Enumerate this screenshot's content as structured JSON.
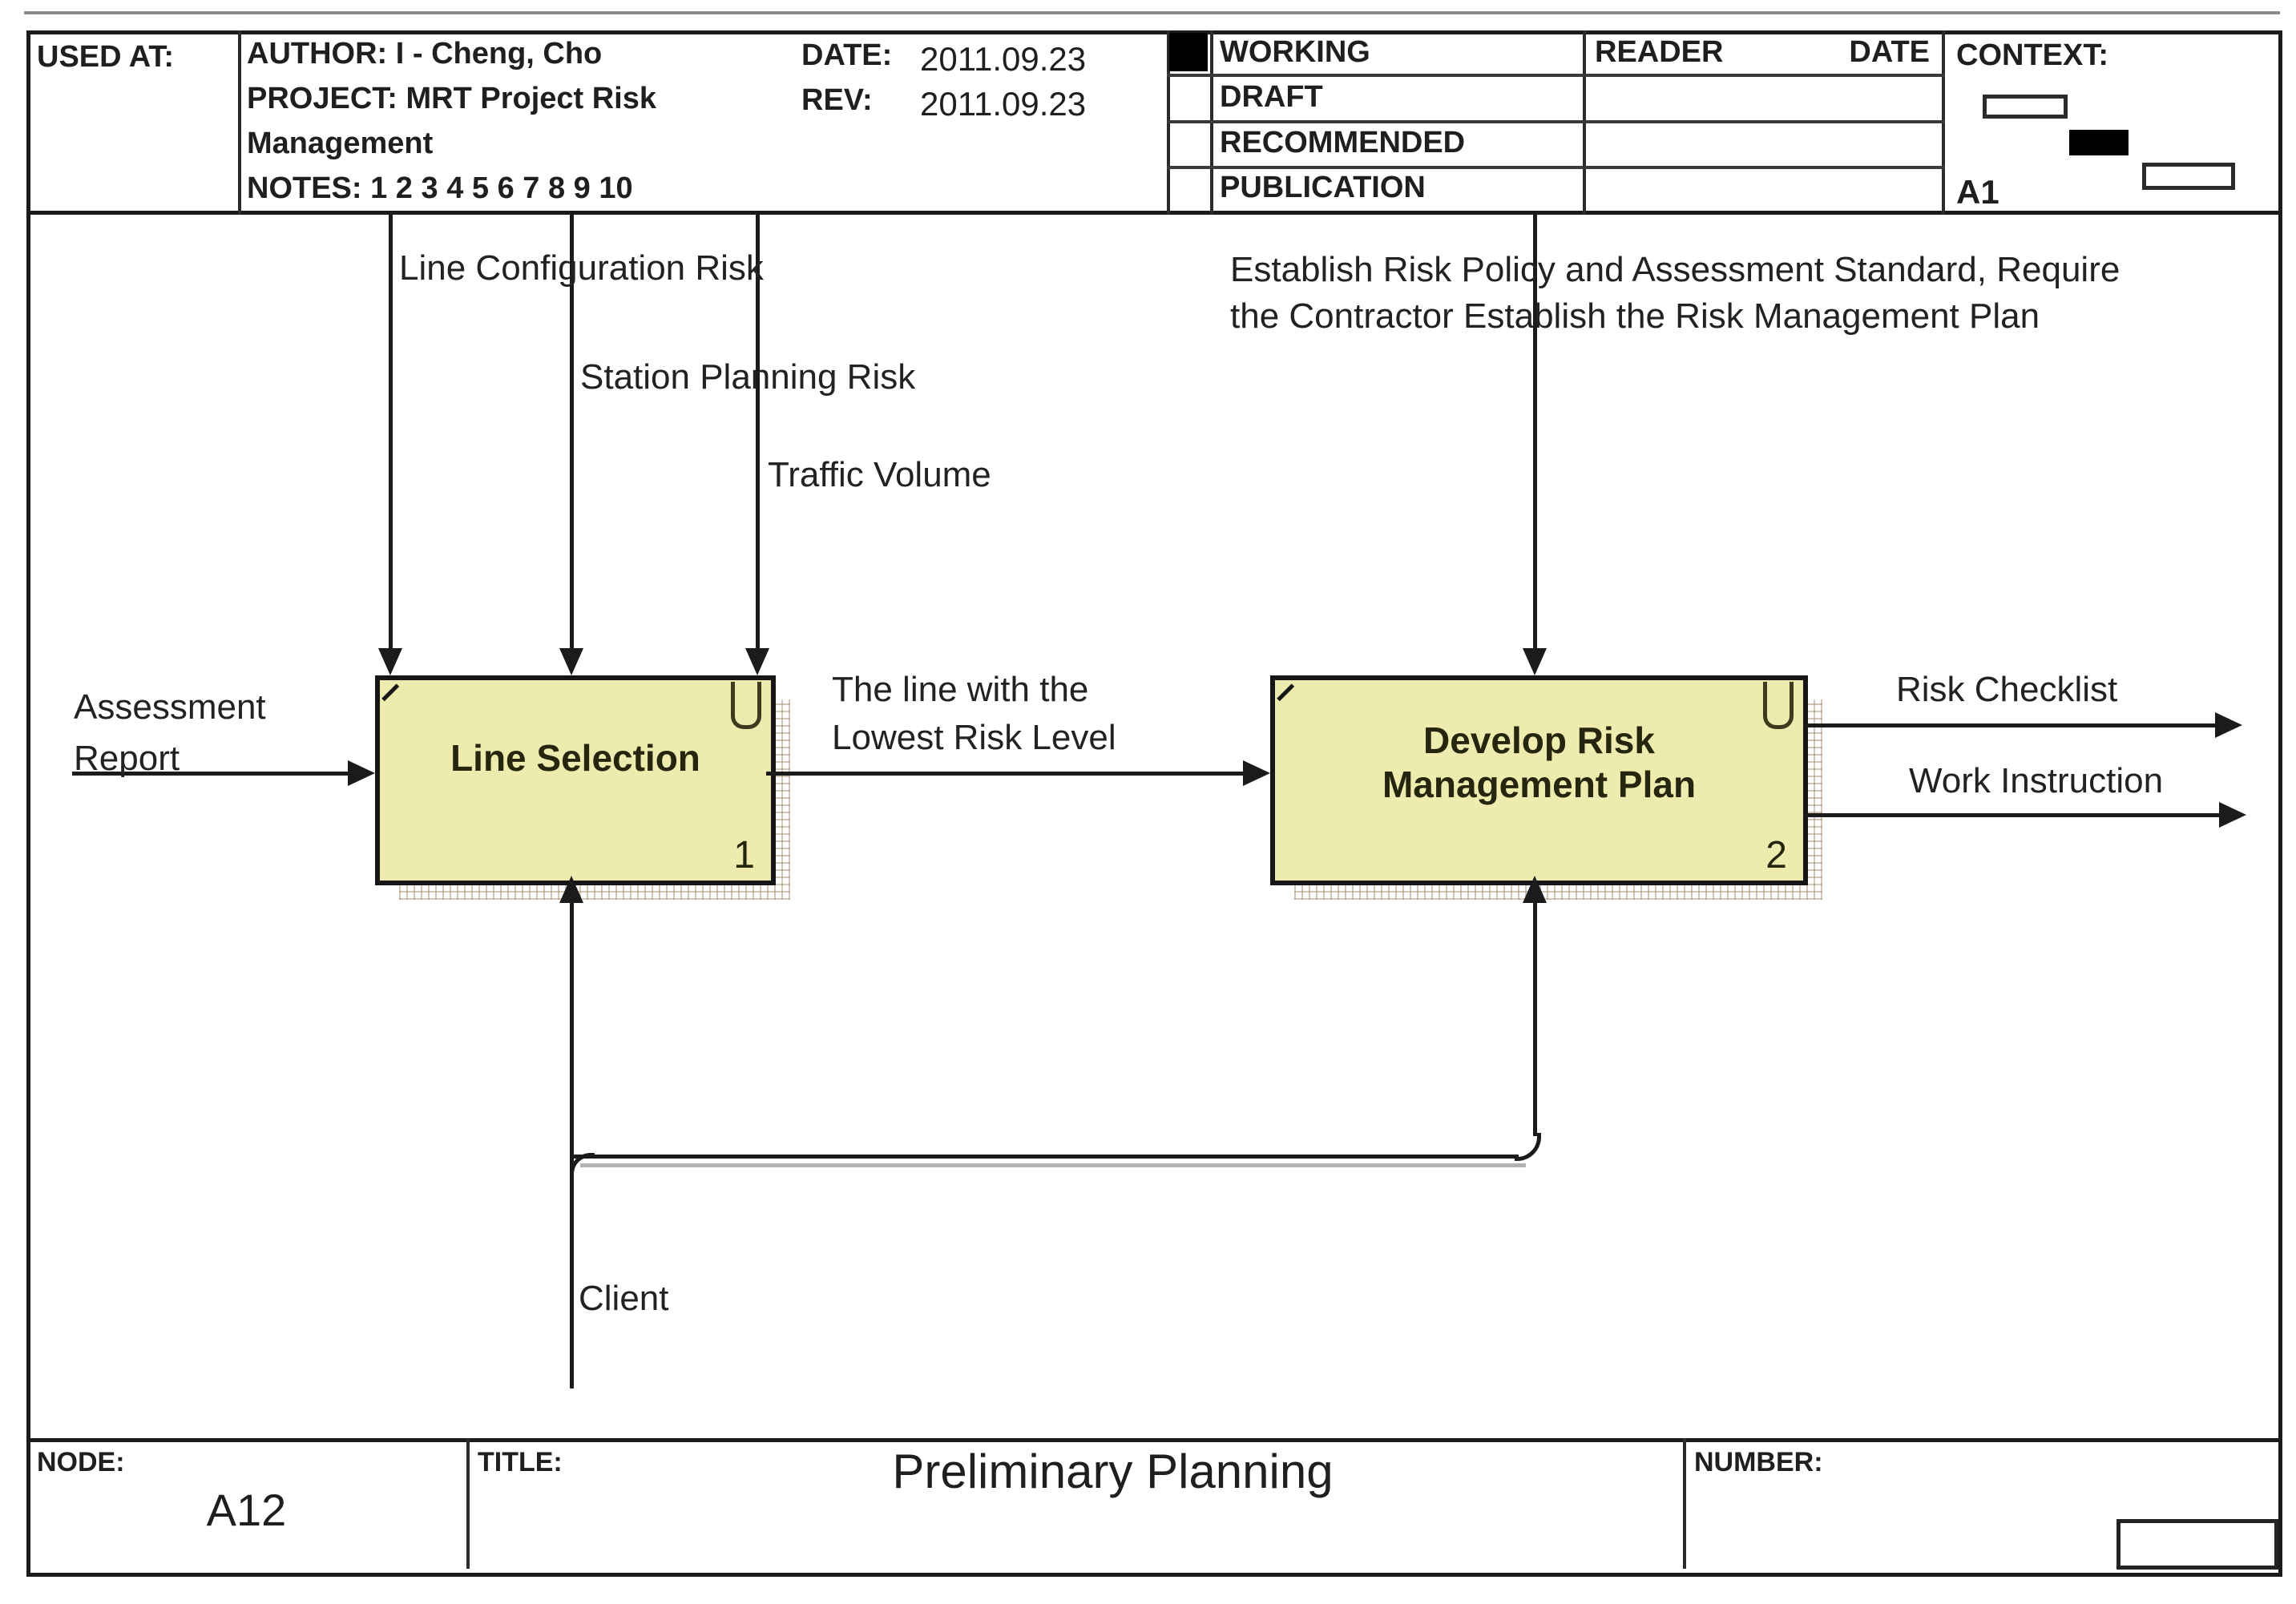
{
  "header": {
    "used_at_label": "USED AT:",
    "author_line": "AUTHOR: I - Cheng, Cho",
    "project_line": "PROJECT: MRT Project Risk",
    "project_line2": "Management",
    "notes_line": "NOTES: 1 2 3 4 5 6 7 8 9 10",
    "date_label": "DATE:",
    "date_value": "2011.09.23",
    "rev_label": "REV:",
    "rev_value": "2011.09.23",
    "status_rows": [
      "WORKING",
      "DRAFT",
      "RECOMMENDED",
      "PUBLICATION"
    ],
    "reader_label": "READER",
    "reader_date_label": "DATE",
    "context_label": "CONTEXT:",
    "context_node": "A1"
  },
  "diagram": {
    "controls_box1": [
      "Line Configuration Risk",
      "Station Planning Risk",
      "Traffic Volume"
    ],
    "input_box1_line1": "Assessment",
    "input_box1_line2": "Report",
    "box1": {
      "title": "Line Selection",
      "number": "1"
    },
    "flow_line1": "The line with the",
    "flow_line2": "Lowest Risk Level",
    "control_box2_line1": "Establish Risk Policy and Assessment Standard, Require",
    "control_box2_line2": "the Contractor Establish the Risk Management Plan",
    "box2": {
      "title_line1": "Develop Risk",
      "title_line2": "Management Plan",
      "number": "2"
    },
    "outputs_box2": [
      "Risk Checklist",
      "Work Instruction"
    ],
    "mechanism_label": "Client"
  },
  "footer": {
    "node_label": "NODE:",
    "node_value": "A12",
    "title_label": "TITLE:",
    "title_value": "Preliminary Planning",
    "number_label": "NUMBER:"
  },
  "colors": {
    "box_fill": "#EDECAE",
    "line": "#1b1b1b",
    "hatch": "#9E8060"
  }
}
